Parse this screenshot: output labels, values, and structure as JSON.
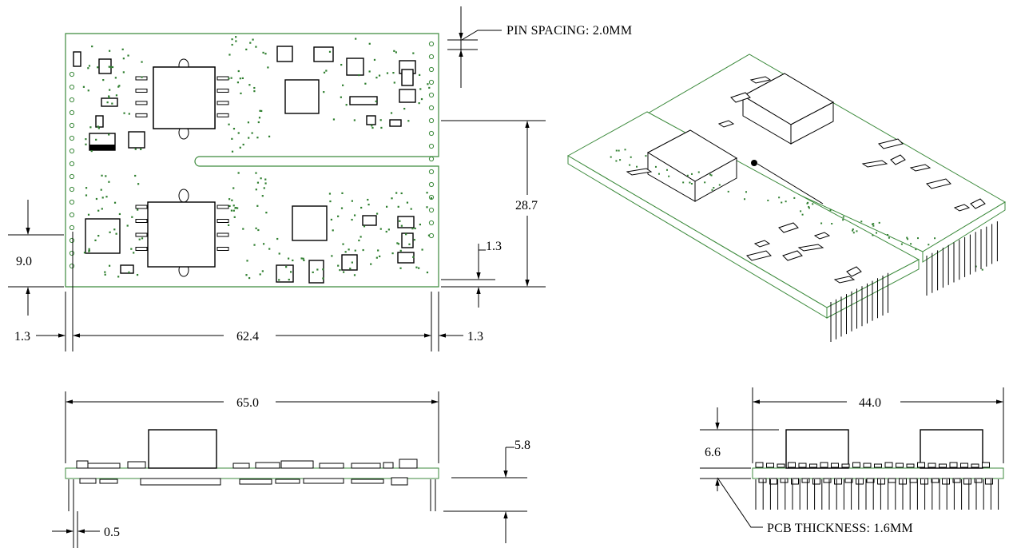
{
  "labels": {
    "pin_spacing": "PIN SPACING: 2.0MM",
    "pcb_thickness": "PCB THICKNESS: 1.6MM"
  },
  "dimensions": {
    "height_28_7": "28.7",
    "offset_1_3_right": "1.3",
    "offset_9_0": "9.0",
    "offset_1_3_left": "1.3",
    "width_62_4": "62.4",
    "offset_1_3_bottom_right": "1.3",
    "width_65_0": "65.0",
    "height_5_8": "5.8",
    "pin_0_5": "0.5",
    "width_44_0": "44.0",
    "height_6_6": "6.6"
  },
  "colors": {
    "pcb_outline": "#3c8a3c",
    "dimension_line": "#000000"
  }
}
